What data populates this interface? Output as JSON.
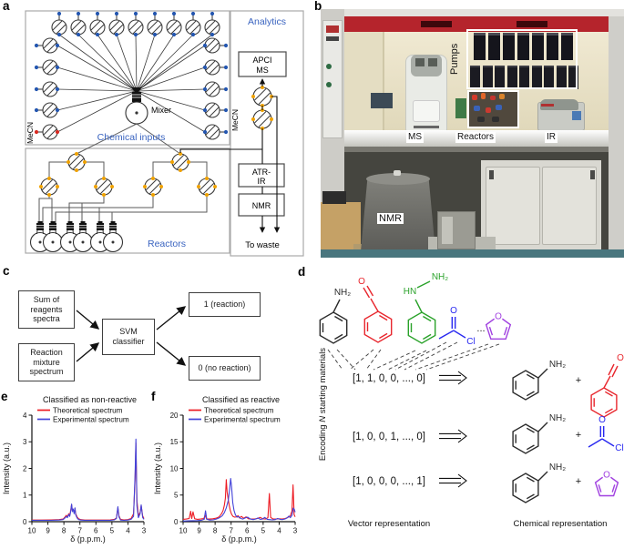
{
  "panel_letters": {
    "a": "a",
    "b": "b",
    "c": "c",
    "d": "d",
    "e": "e",
    "f": "f"
  },
  "colors": {
    "accent_blue": "#3a64c0",
    "pump_dot_blue": "#2456b0",
    "mecn_dot_red": "#d92a22",
    "valve_dot_orange": "#f0a200",
    "theoretical_red": "#ed1c24",
    "experimental_blue": "#4343d9"
  },
  "panel_a": {
    "analytics": "Analytics",
    "apci_line1": "APCI",
    "apci_line2": "MS",
    "mecn_inputs": "MeCN",
    "mecn_analytics": "MeCN",
    "mixer": "Mixer",
    "chemical_inputs": "Chemical inputs",
    "reactors": "Reactors",
    "atr_line1": "ATR-",
    "atr_line2": "IR",
    "nmr": "NMR",
    "to_waste": "To waste"
  },
  "panel_b": {
    "labels": {
      "pumps": "Pumps",
      "ms": "MS",
      "reactors": "Reactors",
      "ir": "IR",
      "nmr": "NMR"
    }
  },
  "panel_c": {
    "input_top": "Sum of reagents spectra",
    "input_bottom": "Reaction mixture spectrum",
    "classifier": "SVM classifier",
    "output_top": "1 (reaction)",
    "output_bottom": "0 (no reaction)"
  },
  "panel_d": {
    "encoding_pre": "Encoding ",
    "encoding_n": "N",
    "encoding_post": " starting materials",
    "nh2": "NH₂",
    "hn": "HN",
    "o": "O",
    "cl": "Cl",
    "plus": "+",
    "ellipsis": "...",
    "vectors": [
      "[1, 1, 0, 0, ..., 0]",
      "[1, 0, 0, 1, ..., 0]",
      "[1, 0, 0, 0, ..., 1]"
    ],
    "vector_caption": "Vector representation",
    "chemical_caption": "Chemical representation",
    "molecule_colors": {
      "aniline": "#2b2b2b",
      "benzaldehyde": "#e8262d",
      "phenylhydrazine": "#2aa22a",
      "acetyl_chloride": "#2828f0",
      "furan": "#a040e0"
    }
  },
  "chart_data": [
    {
      "id": "e",
      "type": "line",
      "title": "Classified as non-reactive",
      "xlabel": "δ (p.p.m.)",
      "ylabel": "Intensity (a.u.)",
      "xlim": [
        10,
        3
      ],
      "ylim": [
        0,
        4
      ],
      "xticks": [
        10,
        9,
        8,
        7,
        6,
        5,
        4,
        3
      ],
      "yticks": [
        0,
        1,
        2,
        3,
        4
      ],
      "legend_position": "top-left",
      "grid": false,
      "series": [
        {
          "name": "Theoretical spectrum",
          "color": "#ed1c24",
          "points": [
            [
              10,
              0.06
            ],
            [
              9.4,
              0.06
            ],
            [
              8.8,
              0.07
            ],
            [
              8.3,
              0.08
            ],
            [
              8.05,
              0.1
            ],
            [
              7.95,
              0.16
            ],
            [
              7.85,
              0.24
            ],
            [
              7.78,
              0.18
            ],
            [
              7.7,
              0.3
            ],
            [
              7.64,
              0.24
            ],
            [
              7.58,
              0.4
            ],
            [
              7.52,
              0.64
            ],
            [
              7.47,
              0.4
            ],
            [
              7.42,
              0.46
            ],
            [
              7.36,
              0.34
            ],
            [
              7.31,
              0.5
            ],
            [
              7.26,
              0.3
            ],
            [
              7.18,
              0.18
            ],
            [
              7.08,
              0.11
            ],
            [
              6.95,
              0.08
            ],
            [
              6.7,
              0.06
            ],
            [
              6.3,
              0.06
            ],
            [
              5.9,
              0.06
            ],
            [
              5.5,
              0.06
            ],
            [
              5.1,
              0.07
            ],
            [
              4.85,
              0.09
            ],
            [
              4.72,
              0.14
            ],
            [
              4.63,
              0.52
            ],
            [
              4.56,
              0.22
            ],
            [
              4.46,
              0.09
            ],
            [
              4.25,
              0.07
            ],
            [
              4.0,
              0.08
            ],
            [
              3.8,
              0.12
            ],
            [
              3.65,
              0.3
            ],
            [
              3.55,
              1.6
            ],
            [
              3.5,
              2.95
            ],
            [
              3.44,
              0.8
            ],
            [
              3.35,
              0.22
            ],
            [
              3.24,
              0.35
            ],
            [
              3.17,
              0.6
            ],
            [
              3.08,
              0.22
            ],
            [
              3.0,
              0.12
            ]
          ]
        },
        {
          "name": "Experimental spectrum",
          "color": "#4343d9",
          "points": [
            [
              10,
              0.05
            ],
            [
              9.4,
              0.05
            ],
            [
              8.8,
              0.05
            ],
            [
              8.3,
              0.06
            ],
            [
              8.05,
              0.08
            ],
            [
              7.95,
              0.13
            ],
            [
              7.85,
              0.2
            ],
            [
              7.78,
              0.15
            ],
            [
              7.7,
              0.27
            ],
            [
              7.64,
              0.2
            ],
            [
              7.58,
              0.36
            ],
            [
              7.52,
              0.66
            ],
            [
              7.47,
              0.38
            ],
            [
              7.42,
              0.48
            ],
            [
              7.36,
              0.3
            ],
            [
              7.31,
              0.52
            ],
            [
              7.26,
              0.26
            ],
            [
              7.18,
              0.14
            ],
            [
              7.08,
              0.08
            ],
            [
              6.95,
              0.06
            ],
            [
              6.7,
              0.05
            ],
            [
              6.3,
              0.05
            ],
            [
              5.9,
              0.05
            ],
            [
              5.5,
              0.05
            ],
            [
              5.1,
              0.05
            ],
            [
              4.85,
              0.07
            ],
            [
              4.72,
              0.12
            ],
            [
              4.63,
              0.56
            ],
            [
              4.56,
              0.18
            ],
            [
              4.46,
              0.06
            ],
            [
              4.25,
              0.05
            ],
            [
              4.0,
              0.06
            ],
            [
              3.8,
              0.09
            ],
            [
              3.65,
              0.2
            ],
            [
              3.55,
              1.8
            ],
            [
              3.5,
              3.1
            ],
            [
              3.44,
              0.6
            ],
            [
              3.35,
              0.15
            ],
            [
              3.24,
              0.3
            ],
            [
              3.17,
              0.63
            ],
            [
              3.08,
              0.16
            ],
            [
              3.0,
              0.09
            ]
          ]
        }
      ]
    },
    {
      "id": "f",
      "type": "line",
      "title": "Classified as reactive",
      "xlabel": "δ (p.p.m.)",
      "ylabel": "Intensity (a.u.)",
      "xlim": [
        10,
        3
      ],
      "ylim": [
        0,
        20
      ],
      "xticks": [
        10,
        9,
        8,
        7,
        6,
        5,
        4,
        3
      ],
      "yticks": [
        0,
        5,
        10,
        15,
        20
      ],
      "legend_position": "top-left",
      "grid": false,
      "series": [
        {
          "name": "Theoretical spectrum",
          "color": "#ed1c24",
          "points": [
            [
              10,
              0.45
            ],
            [
              9.8,
              0.5
            ],
            [
              9.62,
              0.6
            ],
            [
              9.53,
              1.95
            ],
            [
              9.46,
              0.6
            ],
            [
              9.38,
              1.85
            ],
            [
              9.28,
              0.55
            ],
            [
              9.1,
              0.45
            ],
            [
              8.9,
              0.5
            ],
            [
              8.7,
              0.6
            ],
            [
              8.62,
              1.25
            ],
            [
              8.54,
              0.5
            ],
            [
              8.35,
              0.5
            ],
            [
              8.15,
              0.55
            ],
            [
              7.95,
              0.65
            ],
            [
              7.75,
              0.9
            ],
            [
              7.6,
              1.5
            ],
            [
              7.5,
              2.1
            ],
            [
              7.42,
              3.1
            ],
            [
              7.36,
              4.4
            ],
            [
              7.3,
              7.9
            ],
            [
              7.25,
              5.6
            ],
            [
              7.19,
              4.3
            ],
            [
              7.12,
              3.1
            ],
            [
              7.05,
              2.1
            ],
            [
              6.97,
              1.4
            ],
            [
              6.88,
              1.0
            ],
            [
              6.78,
              0.85
            ],
            [
              6.65,
              0.9
            ],
            [
              6.57,
              1.15
            ],
            [
              6.48,
              0.7
            ],
            [
              6.36,
              1.0
            ],
            [
              6.22,
              0.65
            ],
            [
              6.07,
              0.9
            ],
            [
              5.92,
              0.55
            ],
            [
              5.75,
              0.5
            ],
            [
              5.55,
              0.5
            ],
            [
              5.35,
              0.6
            ],
            [
              5.18,
              0.8
            ],
            [
              5.02,
              0.55
            ],
            [
              4.85,
              0.5
            ],
            [
              4.7,
              0.75
            ],
            [
              4.61,
              5.3
            ],
            [
              4.53,
              0.8
            ],
            [
              4.38,
              0.5
            ],
            [
              4.2,
              0.5
            ],
            [
              4.0,
              0.55
            ],
            [
              3.82,
              0.5
            ],
            [
              3.62,
              0.6
            ],
            [
              3.45,
              0.8
            ],
            [
              3.3,
              1.1
            ],
            [
              3.2,
              2.0
            ],
            [
              3.13,
              6.9
            ],
            [
              3.06,
              1.3
            ],
            [
              3.0,
              0.9
            ]
          ]
        },
        {
          "name": "Experimental spectrum",
          "color": "#4343d9",
          "points": [
            [
              10,
              0.12
            ],
            [
              9.7,
              0.15
            ],
            [
              9.4,
              0.18
            ],
            [
              9.1,
              0.2
            ],
            [
              8.85,
              0.28
            ],
            [
              8.68,
              0.45
            ],
            [
              8.6,
              2.05
            ],
            [
              8.52,
              0.45
            ],
            [
              8.32,
              0.3
            ],
            [
              8.12,
              0.35
            ],
            [
              7.92,
              0.5
            ],
            [
              7.72,
              0.75
            ],
            [
              7.56,
              1.1
            ],
            [
              7.42,
              1.7
            ],
            [
              7.3,
              2.6
            ],
            [
              7.18,
              4.0
            ],
            [
              7.1,
              6.0
            ],
            [
              7.03,
              8.1
            ],
            [
              6.97,
              6.6
            ],
            [
              6.9,
              3.6
            ],
            [
              6.82,
              2.1
            ],
            [
              6.73,
              1.25
            ],
            [
              6.62,
              0.85
            ],
            [
              6.52,
              0.95
            ],
            [
              6.4,
              0.6
            ],
            [
              6.27,
              0.5
            ],
            [
              6.12,
              0.7
            ],
            [
              5.97,
              0.85
            ],
            [
              5.8,
              0.5
            ],
            [
              5.62,
              0.4
            ],
            [
              5.47,
              0.5
            ],
            [
              5.32,
              0.7
            ],
            [
              5.18,
              0.45
            ],
            [
              5.03,
              0.5
            ],
            [
              4.9,
              0.8
            ],
            [
              4.75,
              0.45
            ],
            [
              4.6,
              0.4
            ],
            [
              4.42,
              0.35
            ],
            [
              4.25,
              0.4
            ],
            [
              4.1,
              0.6
            ],
            [
              3.95,
              0.45
            ],
            [
              3.8,
              0.4
            ],
            [
              3.65,
              0.5
            ],
            [
              3.5,
              0.7
            ],
            [
              3.4,
              1.05
            ],
            [
              3.3,
              0.75
            ],
            [
              3.2,
              1.2
            ],
            [
              3.12,
              2.55
            ],
            [
              3.05,
              2.3
            ],
            [
              3.0,
              1.8
            ]
          ]
        }
      ]
    }
  ]
}
